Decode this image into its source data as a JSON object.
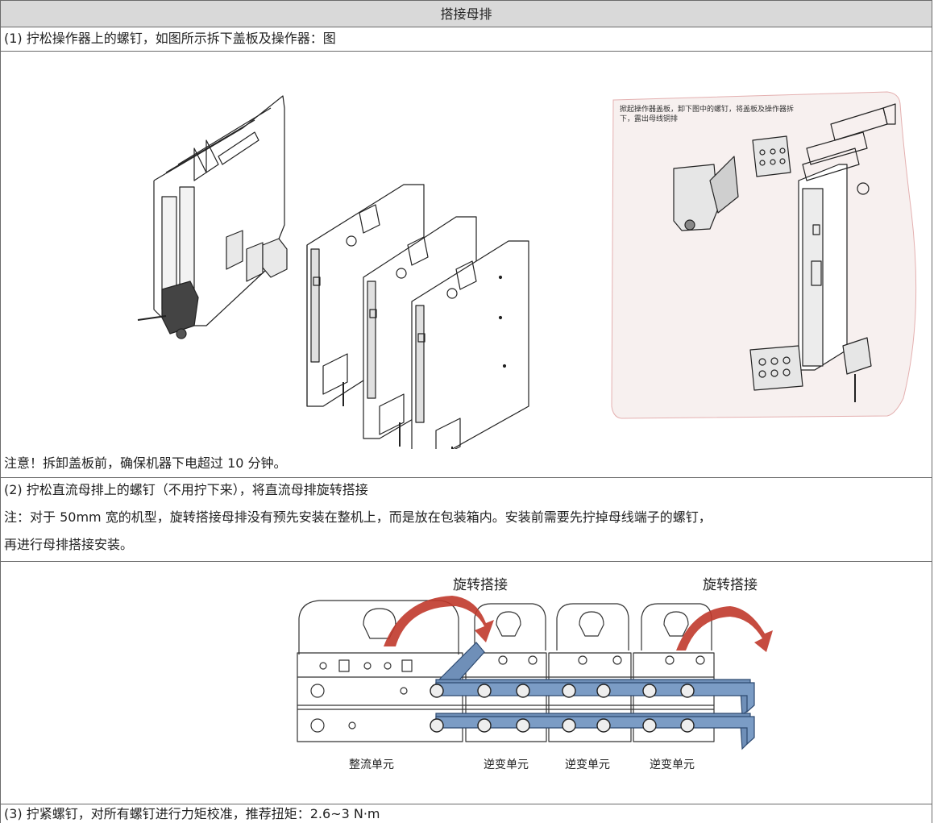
{
  "header": {
    "title": "搭接母排"
  },
  "step1": {
    "text": "(1) 拧松操作器上的螺钉，如图所示拆下盖板及操作器：图",
    "callout": [
      "掀起操作器盖板，卸下图中的螺钉，将盖板及操作器拆",
      "下，露出母线铜排"
    ]
  },
  "warning": "注意！拆卸盖板前，确保机器下电超过 10 分钟。",
  "step2": {
    "text": "(2) 拧松直流母排上的螺钉（不用拧下来），将直流母排旋转搭接",
    "note_line1": "注：对于 50mm 宽的机型，旋转搭接母排没有预先安装在整机上，而是放在包装箱内。安装前需要先拧掉母线端子的螺钉，",
    "note_line2": "再进行母排搭接安装。",
    "rotate_left": "旋转搭接",
    "rotate_right": "旋转搭接",
    "units": [
      "整流单元",
      "逆变单元",
      "逆变单元",
      "逆变单元"
    ]
  },
  "step3": {
    "text": "(3) 拧紧螺钉，对所有螺钉进行力矩校准，推荐扭矩：2.6~3 N·m"
  }
}
